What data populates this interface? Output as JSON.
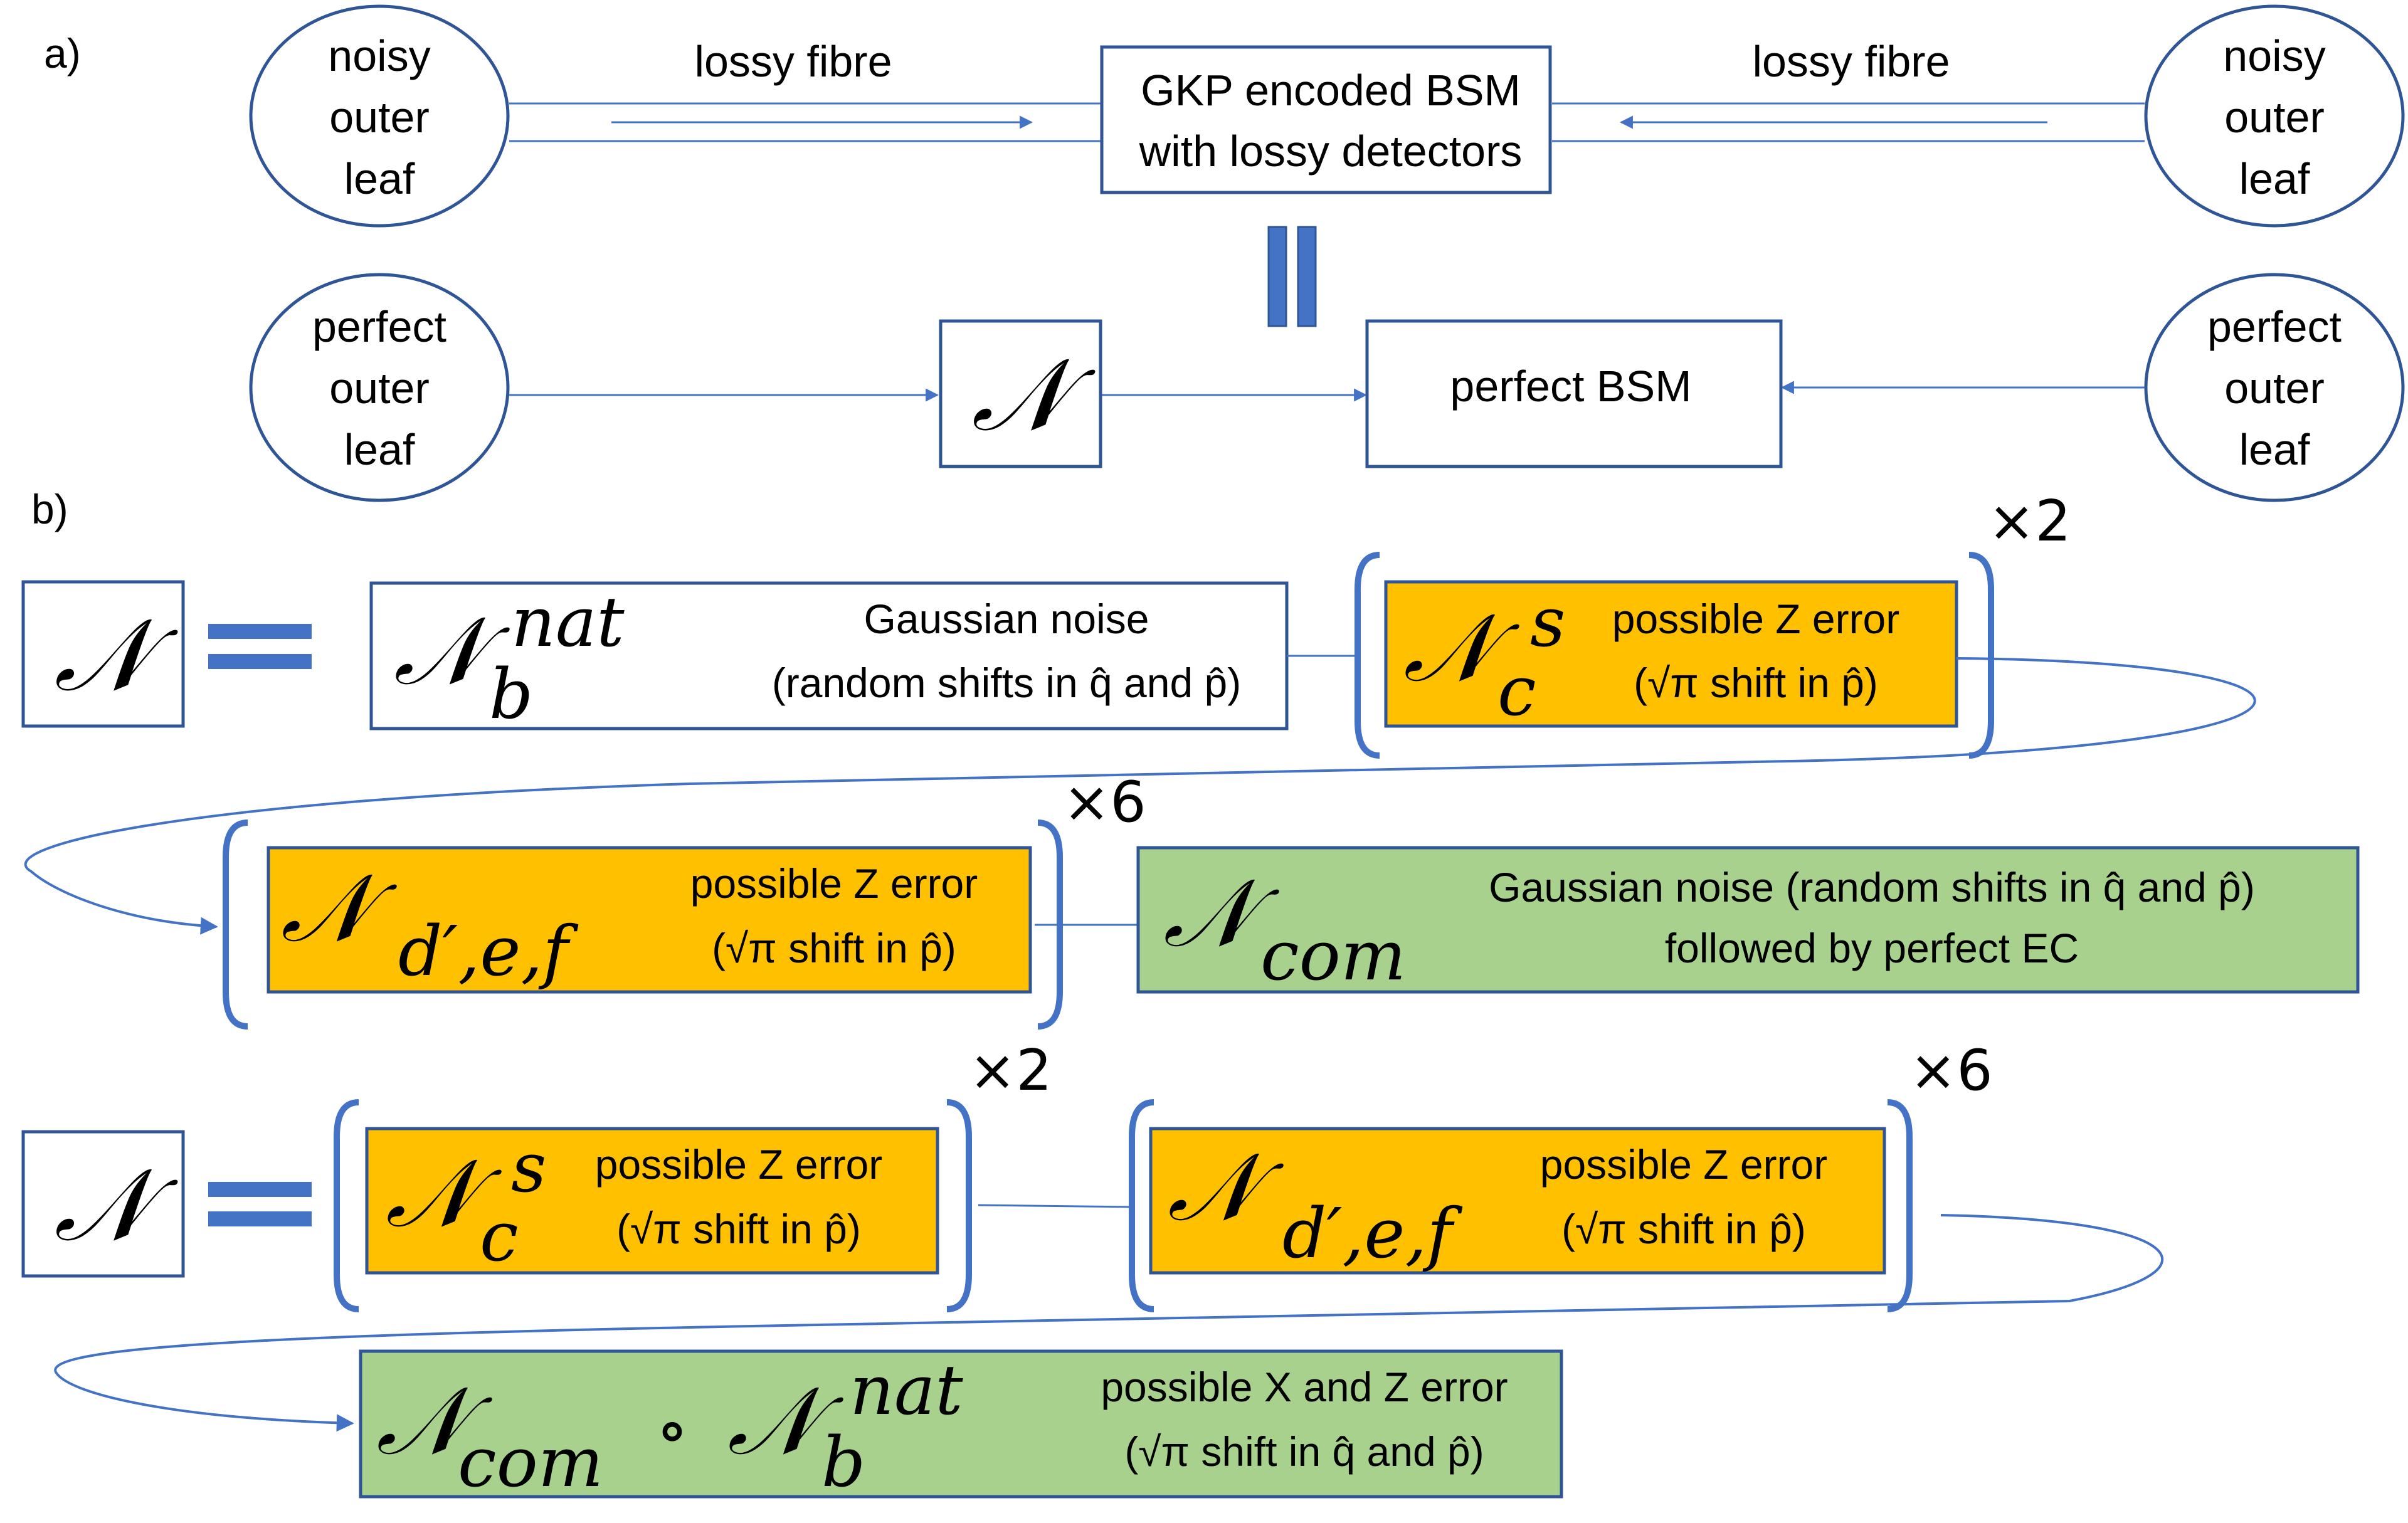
{
  "labels": {
    "part_a": "a)",
    "part_b": "b)"
  },
  "nodes": {
    "noisy_leaf_left": [
      "noisy",
      "outer",
      "leaf"
    ],
    "noisy_leaf_right": [
      "noisy",
      "outer",
      "leaf"
    ],
    "perfect_leaf_left": [
      "perfect",
      "outer",
      "leaf"
    ],
    "perfect_leaf_right": [
      "perfect",
      "outer",
      "leaf"
    ],
    "gkp_bsm": [
      "GKP encoded BSM",
      "with lossy detectors"
    ],
    "perfect_bsm": "perfect BSM",
    "channel_symbol": "𝒩"
  },
  "edges": {
    "fibre_left": "lossy fibre",
    "fibre_right": "lossy fibre"
  },
  "channels": {
    "nb_nat": {
      "symbol": "𝒩",
      "subscript": "b",
      "superscript": "nat",
      "lines": [
        "Gaussian noise",
        "(random shifts in q̂ and p̂)"
      ]
    },
    "nc_s": {
      "symbol": "𝒩",
      "subscript": "c",
      "superscript": "s",
      "lines": [
        "possible Z error",
        "(√π shift in p̂)"
      ],
      "repeat": "×2"
    },
    "ndef": {
      "symbol": "𝒩",
      "subscript": "d′,e,f",
      "lines": [
        "possible Z error",
        "(√π shift in p̂)"
      ],
      "repeat": "×6"
    },
    "ncom": {
      "symbol": "𝒩",
      "subscript": "com",
      "lines": [
        "Gaussian noise (random shifts in q̂ and p̂)",
        "followed by perfect EC"
      ]
    },
    "ncom_nb": {
      "symbol": "𝒩",
      "subscript": "com",
      "compose": "∘",
      "symbol2": "𝒩",
      "subscript2": "b",
      "superscript2": "nat",
      "lines": [
        "possible X and Z error",
        "(√π shift in q̂ and p̂)"
      ]
    },
    "nc_s_2": {
      "symbol": "𝒩",
      "subscript": "c",
      "superscript": "s",
      "lines": [
        "possible Z error",
        "(√π shift in p̂)"
      ],
      "repeat": "×2"
    },
    "ndef_2": {
      "symbol": "𝒩",
      "subscript": "d′,e,f",
      "lines": [
        "possible Z error",
        "(√π shift in p̂)"
      ],
      "repeat": "×6"
    }
  },
  "colors": {
    "line": "#4472C4",
    "orange": "#FFC000",
    "green": "#A9D18E",
    "equals": "#4472C4",
    "box_border": "#2F5597"
  }
}
